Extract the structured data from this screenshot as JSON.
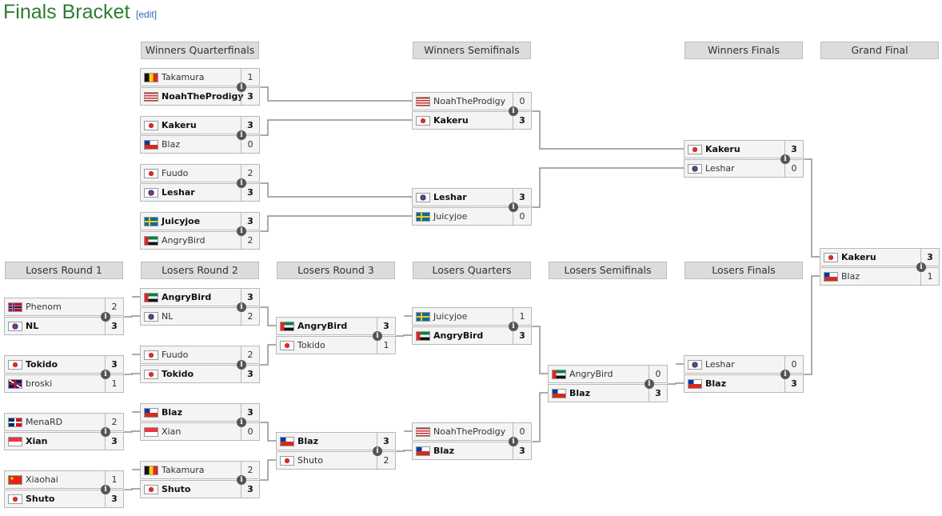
{
  "title": "Finals Bracket",
  "edit_label": "edit",
  "rounds": [
    "Winners Quarterfinals",
    "Winners Semifinals",
    "Winners Finals",
    "Grand Final",
    "Losers Round 1",
    "Losers Round 2",
    "Losers Round 3",
    "Losers Quarters",
    "Losers Semifinals",
    "Losers Finals"
  ],
  "info_icon": "info-icon",
  "matches": [
    {
      "p1": "Takamura",
      "f1": "be",
      "s1": "1",
      "p2": "NoahTheProdigy",
      "f2": "us",
      "s2": "3",
      "w": 2
    },
    {
      "p1": "Kakeru",
      "f1": "jp",
      "s1": "3",
      "p2": "Blaz",
      "f2": "cl",
      "s2": "0",
      "w": 1
    },
    {
      "p1": "Fuudo",
      "f1": "jp",
      "s1": "2",
      "p2": "Leshar",
      "f2": "kr",
      "s2": "3",
      "w": 2
    },
    {
      "p1": "Juicyjoe",
      "f1": "se",
      "s1": "3",
      "p2": "AngryBird",
      "f2": "ae",
      "s2": "2",
      "w": 1
    },
    {
      "p1": "NoahTheProdigy",
      "f1": "us",
      "s1": "0",
      "p2": "Kakeru",
      "f2": "jp",
      "s2": "3",
      "w": 2
    },
    {
      "p1": "Leshar",
      "f1": "kr",
      "s1": "3",
      "p2": "Juicyjoe",
      "f2": "se",
      "s2": "0",
      "w": 1
    },
    {
      "p1": "Kakeru",
      "f1": "jp",
      "s1": "3",
      "p2": "Leshar",
      "f2": "kr",
      "s2": "0",
      "w": 1
    },
    {
      "p1": "Kakeru",
      "f1": "jp",
      "s1": "3",
      "p2": "Blaz",
      "f2": "cl",
      "s2": "1",
      "w": 1
    },
    {
      "p1": "Phenom",
      "f1": "no",
      "s1": "2",
      "p2": "NL",
      "f2": "kr",
      "s2": "3",
      "w": 2
    },
    {
      "p1": "Tokido",
      "f1": "jp",
      "s1": "3",
      "p2": "broski",
      "f2": "gb",
      "s2": "1",
      "w": 1
    },
    {
      "p1": "MenaRD",
      "f1": "do",
      "s1": "2",
      "p2": "Xian",
      "f2": "sg",
      "s2": "3",
      "w": 2
    },
    {
      "p1": "Xiaohai",
      "f1": "cn",
      "s1": "1",
      "p2": "Shuto",
      "f2": "jp",
      "s2": "3",
      "w": 2
    },
    {
      "p1": "AngryBird",
      "f1": "ae",
      "s1": "3",
      "p2": "NL",
      "f2": "kr",
      "s2": "2",
      "w": 1
    },
    {
      "p1": "Fuudo",
      "f1": "jp",
      "s1": "2",
      "p2": "Tokido",
      "f2": "jp",
      "s2": "3",
      "w": 2
    },
    {
      "p1": "Blaz",
      "f1": "cl",
      "s1": "3",
      "p2": "Xian",
      "f2": "sg",
      "s2": "0",
      "w": 1
    },
    {
      "p1": "Takamura",
      "f1": "be",
      "s1": "2",
      "p2": "Shuto",
      "f2": "jp",
      "s2": "3",
      "w": 2
    },
    {
      "p1": "AngryBird",
      "f1": "ae",
      "s1": "3",
      "p2": "Tokido",
      "f2": "jp",
      "s2": "1",
      "w": 1
    },
    {
      "p1": "Blaz",
      "f1": "cl",
      "s1": "3",
      "p2": "Shuto",
      "f2": "jp",
      "s2": "2",
      "w": 1
    },
    {
      "p1": "Juicyjoe",
      "f1": "se",
      "s1": "1",
      "p2": "AngryBird",
      "f2": "ae",
      "s2": "3",
      "w": 2
    },
    {
      "p1": "NoahTheProdigy",
      "f1": "us",
      "s1": "0",
      "p2": "Blaz",
      "f2": "cl",
      "s2": "3",
      "w": 2
    },
    {
      "p1": "AngryBird",
      "f1": "ae",
      "s1": "0",
      "p2": "Blaz",
      "f2": "cl",
      "s2": "3",
      "w": 2
    },
    {
      "p1": "Leshar",
      "f1": "kr",
      "s1": "0",
      "p2": "Blaz",
      "f2": "cl",
      "s2": "3",
      "w": 2
    }
  ]
}
